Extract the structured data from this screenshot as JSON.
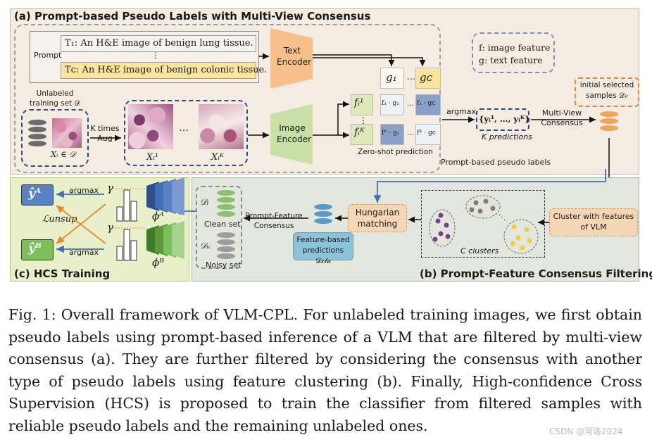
{
  "panel_a": {
    "title": "(a) Prompt-based Pseudo Labels with Multi-View Consensus",
    "prompt_label": "Prompt",
    "prompt_t1": "T₁: An H&E image of benign lung tissue.",
    "prompt_dots": "⋮",
    "prompt_tc": "Tᴄ: An H&E image of benign colonic tissue.",
    "text_encoder": "Text Encoder",
    "legend_f": "f: image feature",
    "legend_g": "g: text feature",
    "unlabeled_set": "Unlabeled training set 𝒟",
    "xi_in_d": "Xᵢ ∈ 𝒟",
    "k_times_aug": "K times Aug",
    "xi1": "Xᵢ¹",
    "xik": "Xᵢᴷ",
    "crops_dots": "…",
    "image_encoder": "Image Encoder",
    "g1": "g₁",
    "gc": "gᴄ",
    "fi1": "fᵢ¹",
    "fik": "fᵢᴷ",
    "cell_f1g1": "f₁ · g₁",
    "cell_f1gc": "f₁ · gᴄ",
    "cell_fkg1": "fᴷ · g₁",
    "cell_fkgc": "fᴷ · gᴄ",
    "zero_shot": "Zero-shot prediction",
    "argmax": "argmax",
    "k_preds_set": "{yᵢ¹, …, yᵢᴷ}",
    "k_predictions": "K predictions",
    "multi_view": "Multi-View Consensus",
    "initial_selected": "initial selected samples 𝒟ᵢᵣ",
    "prompt_pseudo": "Prompt-based pseudo labels"
  },
  "panel_b": {
    "title": "(b) Prompt-Feature Consensus Filtering",
    "cluster_box": "Cluster with features of VLM",
    "c_clusters": "C clusters",
    "hungarian": "Hungarian matching",
    "feature_based": "Feature-based predictions 𝒟𝒸𝓁𝓊",
    "prompt_feature": "Prompt-Feature Consensus",
    "dl": "𝒟ₗ",
    "clean_set": "Clean set",
    "du": "𝒟ᵤ",
    "noisy_set": "Noisy set"
  },
  "panel_c": {
    "title": "(c) HCS Training",
    "ya": "ŷᴬ",
    "yb": "ŷᴮ",
    "argmax_top": "argmax",
    "argmax_bottom": "argmax",
    "gamma_top": "γ",
    "gamma_bottom": "γ",
    "l_unsup": "ℒunsup",
    "phi_a": "ϕᴬ",
    "phi_b": "ϕᴮ"
  },
  "caption": {
    "text": "Fig. 1: Overall framework of VLM-CPL. For unlabeled training images, we first obtain pseudo labels using prompt-based inference of a VLM that are filtered by multi-view consensus (a). They are further filtered by considering the consensus with another type of pseudo labels using feature clustering (b). Finally, High-confidence Cross Supervision (HCS) is proposed to train the classifier from filtered samples with reliable pseudo labels and the remaining unlabeled ones.",
    "watermark": "CSDN @河洛2024"
  },
  "colors": {
    "panel_a_bg": "#f4ece0",
    "panel_b_bg": "#e3e6dc",
    "panel_c_bg": "#e9efc8",
    "orange": "#f7c08a",
    "green": "#c8dfa6",
    "blue_dash": "#2f4a88",
    "arrow_orange": "#e8882e",
    "arrow_blue": "#3f6fb5"
  }
}
